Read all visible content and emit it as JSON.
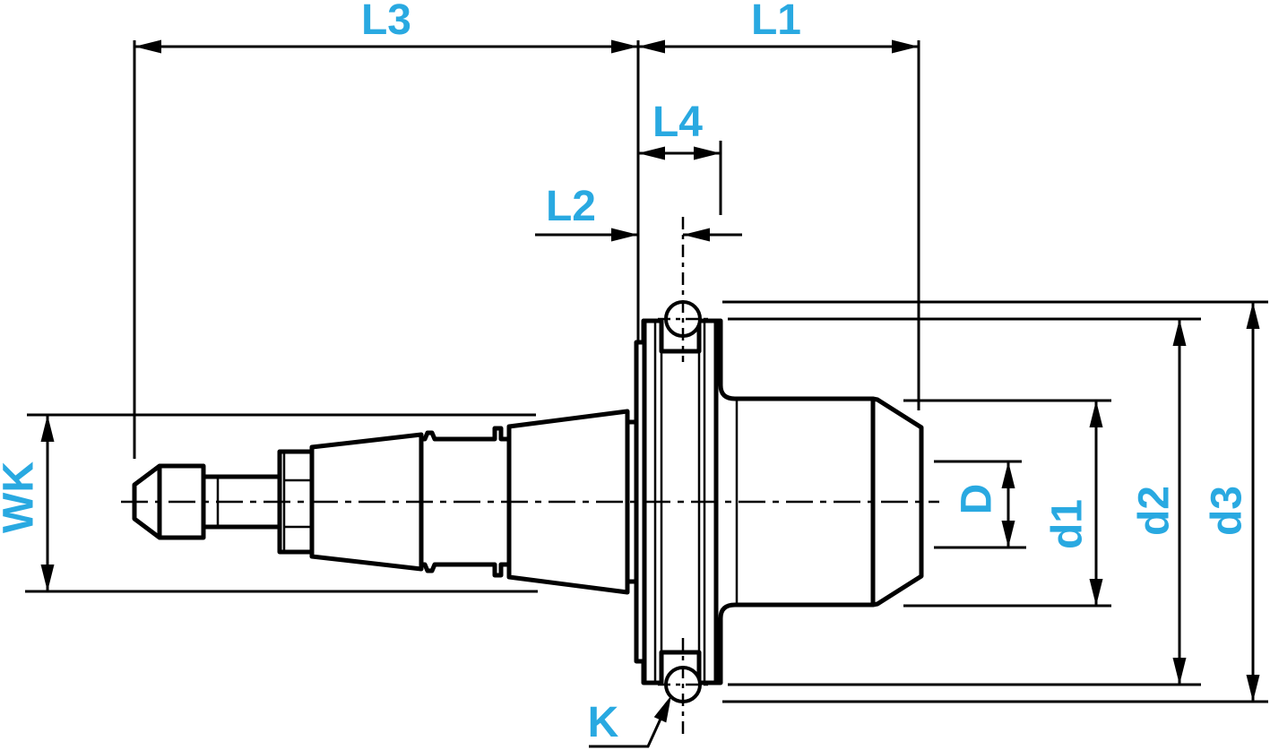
{
  "diagram": {
    "type": "technical-dimension-drawing",
    "colors": {
      "dimension_label": "#29a9e1",
      "line": "#000000",
      "background": "#ffffff"
    },
    "dimension_labels": {
      "l3": "L3",
      "l1": "L1",
      "l4": "L4",
      "l2": "L2",
      "wk": "WK",
      "d": "D",
      "d1": "d1",
      "d2": "d2",
      "d3": "d3",
      "k": "K"
    }
  }
}
